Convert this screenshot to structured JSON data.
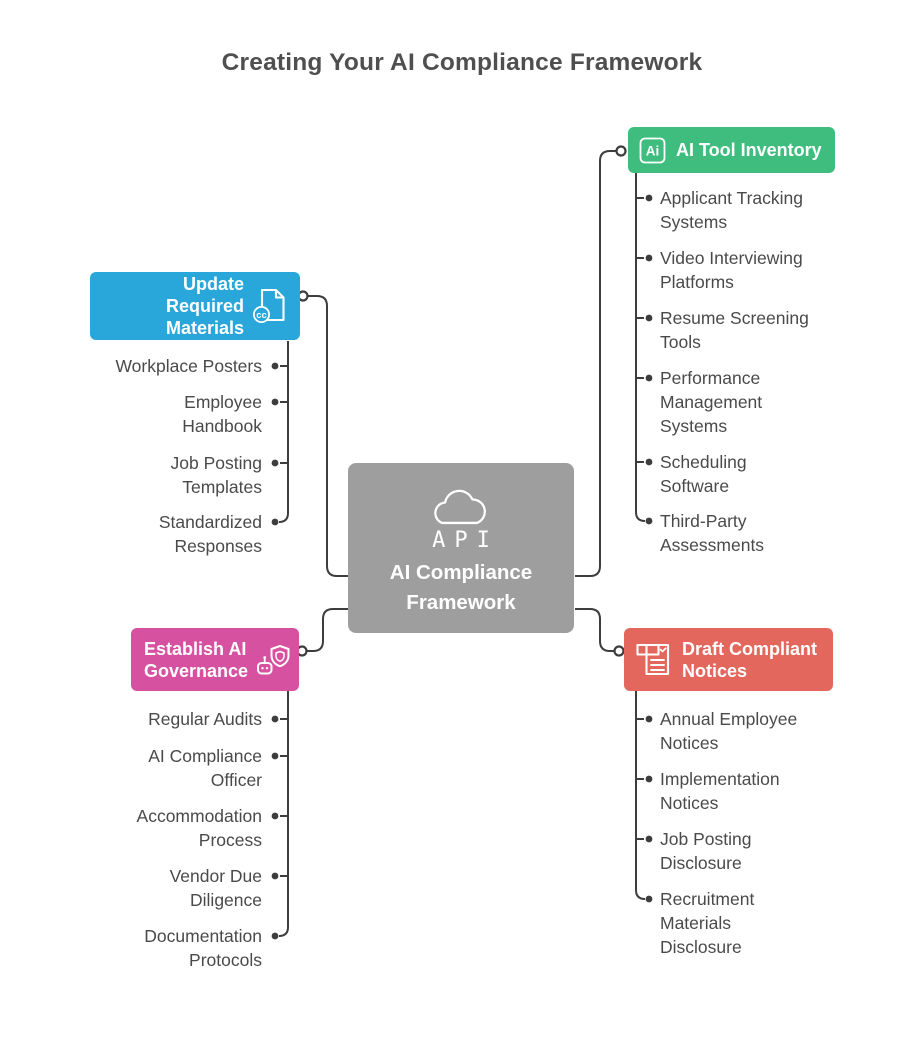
{
  "title": "Creating Your AI Compliance Framework",
  "center": {
    "icon": "cloud-api-icon",
    "icon_label": "API",
    "label": "AI Compliance\nFramework",
    "color": "#9E9E9E"
  },
  "branches": {
    "top_right": {
      "label": "AI Tool Inventory",
      "color": "#3EBD7E",
      "icon": "ai-badge-icon",
      "icon_text": "Ai",
      "items": [
        "Applicant Tracking\nSystems",
        "Video Interviewing\nPlatforms",
        "Resume Screening\nTools",
        "Performance\nManagement\nSystems",
        "Scheduling\nSoftware",
        "Third-Party\nAssessments"
      ]
    },
    "top_left": {
      "label": "Update Required\nMaterials",
      "color": "#2AA7DA",
      "icon": "document-cc-icon",
      "icon_text": "cc",
      "items": [
        "Workplace Posters",
        "Employee\nHandbook",
        "Job Posting\nTemplates",
        "Standardized\nResponses"
      ]
    },
    "bottom_left": {
      "label": "Establish AI\nGovernance",
      "color": "#D6519F",
      "icon": "robot-shield-icon",
      "items": [
        "Regular Audits",
        "AI Compliance\nOfficer",
        "Accommodation\nProcess",
        "Vendor Due\nDiligence",
        "Documentation\nProtocols"
      ]
    },
    "bottom_right": {
      "label": "Draft Compliant\nNotices",
      "color": "#E4675D",
      "icon": "notice-document-icon",
      "items": [
        "Annual Employee\nNotices",
        "Implementation\nNotices",
        "Job Posting\nDisclosure",
        "Recruitment\nMaterials\nDisclosure"
      ]
    }
  },
  "colors": {
    "connector": "#3D3D3D",
    "list_text": "#4A4A4A",
    "title_text": "#4F4F4F"
  }
}
